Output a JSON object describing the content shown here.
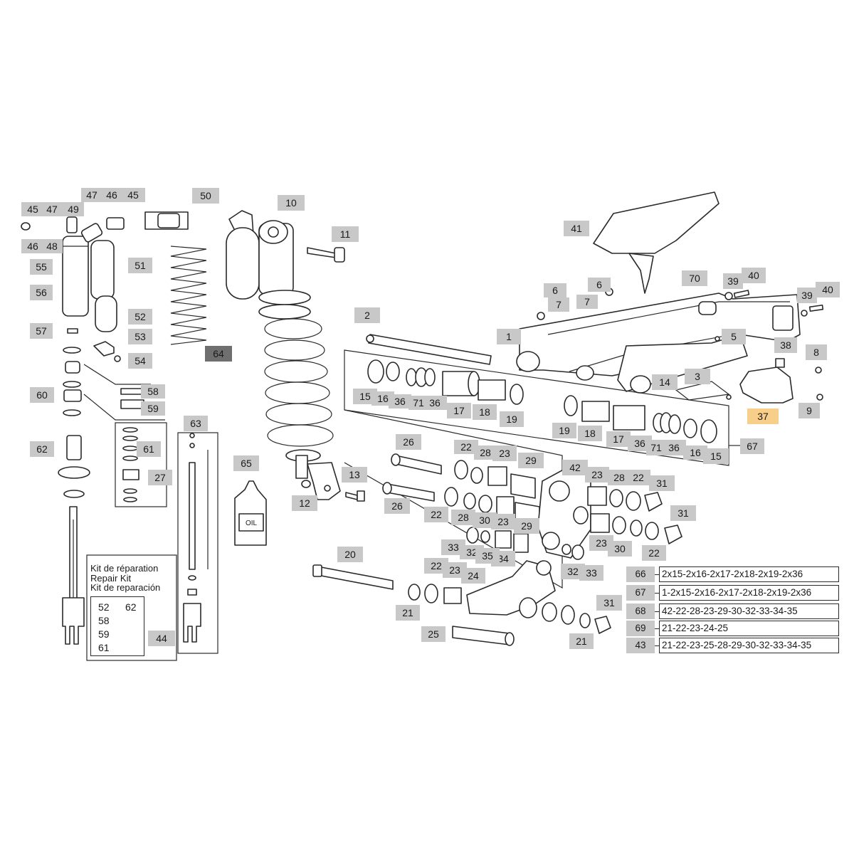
{
  "diagram": {
    "callouts": [
      "1",
      "2",
      "3",
      "5",
      "6",
      "6",
      "7",
      "7",
      "8",
      "9",
      "10",
      "11",
      "12",
      "13",
      "14",
      "15",
      "15",
      "16",
      "16",
      "17",
      "17",
      "18",
      "18",
      "19",
      "19",
      "20",
      "21",
      "21",
      "22",
      "22",
      "22",
      "22",
      "22",
      "23",
      "23",
      "23",
      "23",
      "23",
      "24",
      "25",
      "26",
      "26",
      "27",
      "28",
      "28",
      "28",
      "29",
      "29",
      "30",
      "30",
      "31",
      "31",
      "31",
      "32",
      "32",
      "33",
      "33",
      "34",
      "35",
      "36",
      "36",
      "36",
      "36",
      "37",
      "38",
      "39",
      "39",
      "40",
      "40",
      "41",
      "42",
      "44",
      "45",
      "45",
      "46",
      "46",
      "47",
      "47",
      "48",
      "49",
      "50",
      "51",
      "52",
      "53",
      "54",
      "55",
      "56",
      "57",
      "58",
      "59",
      "60",
      "61",
      "62",
      "63",
      "64",
      "65",
      "67",
      "70",
      "71",
      "71"
    ],
    "oil_label": "OIL",
    "repair_kit": {
      "title_fr": "Kit de réparation",
      "title_en": "Repair Kit",
      "title_es": "Kit de reparación",
      "items": [
        "52",
        "62",
        "58",
        "59",
        "61"
      ]
    },
    "kits": [
      {
        "num": "66",
        "parts": "2x15-2x16-2x17-2x18-2x19-2x36"
      },
      {
        "num": "67",
        "parts": "1-2x15-2x16-2x17-2x18-2x19-2x36"
      },
      {
        "num": "68",
        "parts": "42-22-28-23-29-30-32-33-34-35"
      },
      {
        "num": "69",
        "parts": "21-22-23-24-25"
      },
      {
        "num": "43",
        "parts": "21-22-23-25-28-29-30-32-33-34-35"
      }
    ]
  }
}
